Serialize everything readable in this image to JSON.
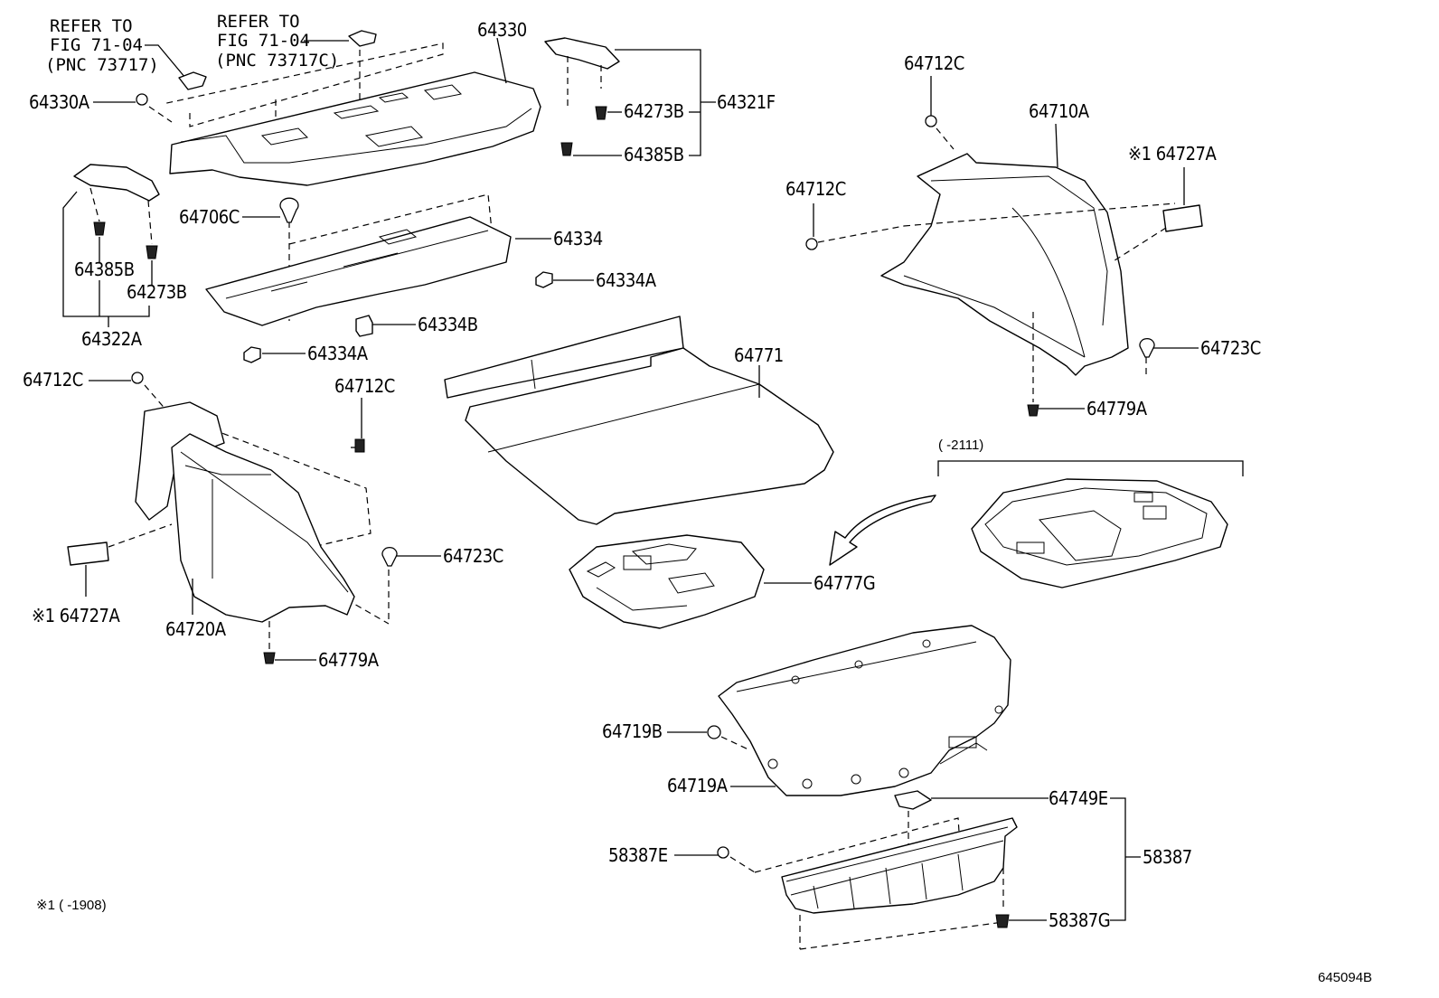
{
  "labels": {
    "ref1": [
      "REFER TO",
      "FIG 71-04",
      "(PNC 73717)"
    ],
    "ref2": [
      "REFER TO",
      "FIG 71-04",
      "(PNC 73717C)"
    ],
    "p64330": "64330",
    "p64330A": "64330A",
    "p64321F": "64321F",
    "p64273B_top": "64273B",
    "p64385B_top": "64385B",
    "p64706C": "64706C",
    "p64334": "64334",
    "p64334A_right": "64334A",
    "p64334B": "64334B",
    "p64334A_left": "64334A",
    "p64385B_left": "64385B",
    "p64273B_left": "64273B",
    "p64322A": "64322A",
    "p64712C_left": "64712C",
    "p64712C_mid": "64712C",
    "p64723C_left": "64723C",
    "p64727A_left": "※1 64727A",
    "p64720A": "64720A",
    "p64779A_left": "64779A",
    "p64771": "64771",
    "p64777G": "64777G",
    "p64712C_right_top": "64712C",
    "p64710A": "64710A",
    "p64727A_right": "※1 64727A",
    "p64712C_right_mid": "64712C",
    "p64723C_right": "64723C",
    "p64779A_right": "64779A",
    "variant_range": "(     -2111)",
    "p64719B": "64719B",
    "p64719A": "64719A",
    "p64749E": "64749E",
    "p58387E": "58387E",
    "p58387": "58387",
    "p58387G": "58387G",
    "footnote": "※1 (     -1908)",
    "figure_id": "645094B"
  }
}
